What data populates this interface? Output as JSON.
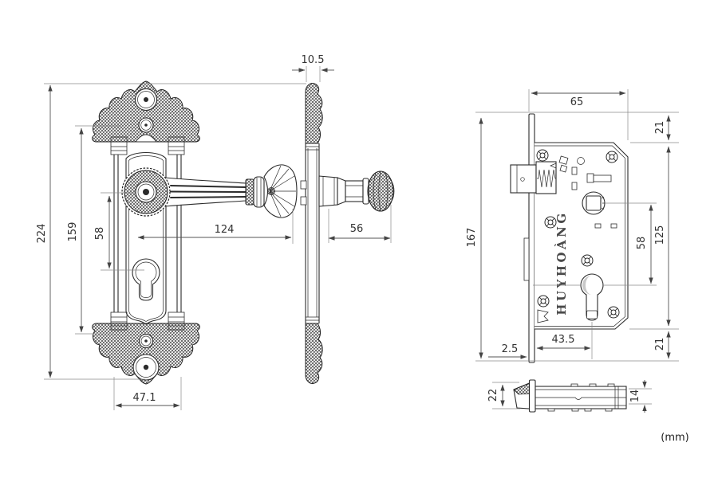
{
  "unit_note": "(mm)",
  "front_view": {
    "dims": {
      "total_height": "224",
      "screw_span": "159",
      "handle_to_keyhole": "58",
      "handle_length": "124",
      "plate_width": "47.1"
    }
  },
  "side_view": {
    "dims": {
      "plate_thickness": "10.5",
      "handle_projection": "56"
    }
  },
  "lock_view": {
    "brand": "HUYHOÀNG",
    "dims": {
      "case_width": "65",
      "top_offset": "21",
      "total_height": "167",
      "case_height": "125",
      "spindle_to_cylinder": "58",
      "backset": "43.5",
      "faceplate_thickness": "2.5",
      "bottom_offset": "21"
    }
  },
  "latch_view": {
    "dims": {
      "faceplate_height": "22",
      "bolt_height": "14"
    }
  }
}
